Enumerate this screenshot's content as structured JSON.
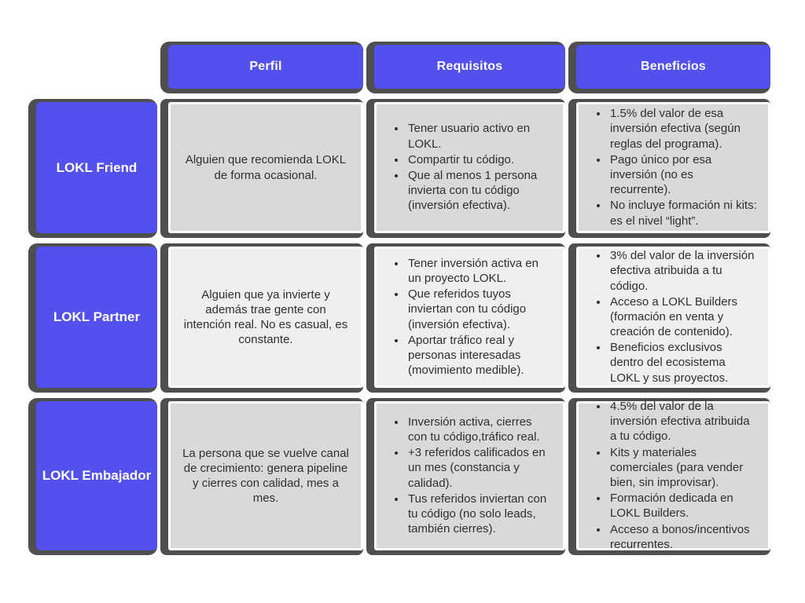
{
  "colors": {
    "accent_purple": "#5351ee",
    "shadow_gray": "#4f4f4f",
    "cell_gray": "#d9d9d9",
    "cell_light_gray": "#efefef",
    "header_text": "#ffffff",
    "body_text": "#2f2f2f",
    "page_background": "#ffffff"
  },
  "header": {
    "columns": [
      "Perfil",
      "Requisitos",
      "Beneficios"
    ]
  },
  "rows": [
    {
      "label": "LOKL Friend",
      "perfil": "Alguien que recomienda LOKL de forma ocasional.",
      "requisitos": [
        "Tener usuario activo en LOKL.",
        "Compartir tu código.",
        "Que al menos 1 persona invierta con tu código (inversión efectiva)."
      ],
      "beneficios": [
        "1.5% del valor de esa inversión efectiva (según reglas del programa).",
        "Pago único por esa inversión (no es recurrente).",
        "No incluye formación ni kits: es el nivel “light”."
      ]
    },
    {
      "label": "LOKL Partner",
      "perfil": "Alguien que ya invierte y además trae gente con intención real. No es casual, es constante.",
      "requisitos": [
        "Tener inversión activa en un proyecto LOKL.",
        "Que referidos tuyos inviertan con tu código (inversión efectiva).",
        "Aportar tráfico real y personas interesadas (movimiento medible)."
      ],
      "beneficios": [
        "3% del valor de la inversión efectiva atribuida a tu código.",
        "Acceso a LOKL Builders (formación en venta y creación de contenido).",
        "Beneficios exclusivos dentro del ecosistema LOKL y sus proyectos."
      ]
    },
    {
      "label": "LOKL Embajador",
      "perfil": "La persona que se vuelve canal de crecimiento: genera pipeline y cierres con calidad, mes a mes.",
      "requisitos": [
        "Inversión activa, cierres con tu código,tráfico real.",
        "+3 referidos calificados en un mes (constancia y calidad).",
        "Tus referidos inviertan con tu código (no solo leads, también cierres)."
      ],
      "beneficios": [
        "4.5% del valor de la inversión efectiva atribuida a tu código.",
        "Kits y materiales comerciales (para vender bien, sin improvisar).",
        "Formación dedicada en LOKL Builders.",
        "Acceso a bonos/incentivos recurrentes."
      ]
    }
  ]
}
